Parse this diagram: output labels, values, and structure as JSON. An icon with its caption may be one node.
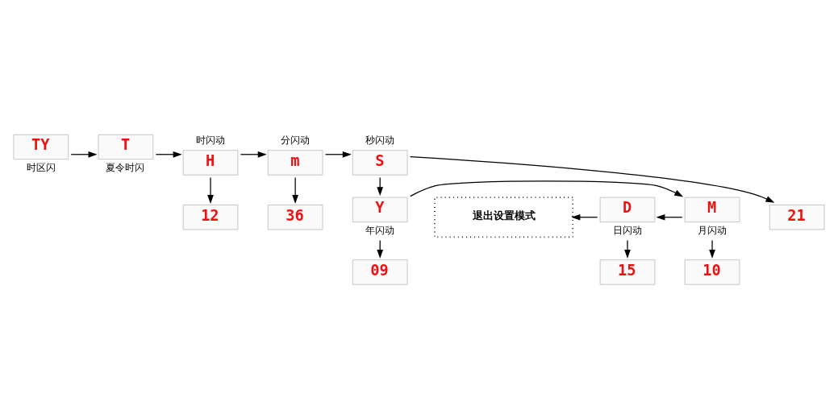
{
  "diagram": {
    "nodes": [
      {
        "text": [
          "TY"
        ],
        "beside": [
          "时区闪"
        ]
      },
      {
        "text": [
          "T"
        ],
        "beside": [
          "夏令时闪"
        ]
      },
      {
        "text": [
          "H"
        ],
        "beside": [
          "时闪动"
        ]
      },
      {
        "text": [
          "m"
        ],
        "beside": [
          "分闪动"
        ]
      },
      {
        "text": [
          "S"
        ],
        "beside": [
          "秒闪动"
        ]
      },
      {
        "text": [
          "12"
        ]
      },
      {
        "text": [
          "36"
        ]
      },
      {
        "text": [
          "21"
        ]
      },
      {
        "text": [
          "Y"
        ],
        "beside": [
          "年闪动"
        ]
      },
      {
        "text": [
          "09"
        ]
      },
      {
        "text": [
          "M"
        ],
        "beside": [
          "月闪动"
        ]
      },
      {
        "text": [
          "10"
        ]
      },
      {
        "text": [
          "D"
        ],
        "beside": [
          "日闪动"
        ]
      },
      {
        "text": [
          "15"
        ]
      },
      {
        "text": [
          "退出设置模式"
        ]
      }
    ],
    "edges": [
      {
        "from": 0,
        "to": 1,
        "arrow": "to"
      },
      {
        "from": 1,
        "to": 2,
        "arrow": "to"
      },
      {
        "from": 2,
        "to": 3,
        "arrow": "to"
      },
      {
        "from": 3,
        "to": 4,
        "arrow": "to"
      },
      {
        "from": 2,
        "to": 5,
        "arrow": "to"
      },
      {
        "from": 3,
        "to": 6,
        "arrow": "to"
      },
      {
        "from": 4,
        "to": 7,
        "arrow": "to"
      },
      {
        "from": 4,
        "to": 8,
        "arrow": "to"
      },
      {
        "from": 8,
        "to": 9,
        "arrow": "to"
      },
      {
        "from": 8,
        "to": 10,
        "arrow": "to"
      },
      {
        "from": 10,
        "to": 11,
        "arrow": "to"
      },
      {
        "from": 10,
        "to": 12,
        "arrow": "to"
      },
      {
        "from": 12,
        "to": 13,
        "arrow": "to"
      },
      {
        "from": 12,
        "to": 14,
        "arrow": "to"
      }
    ]
  }
}
